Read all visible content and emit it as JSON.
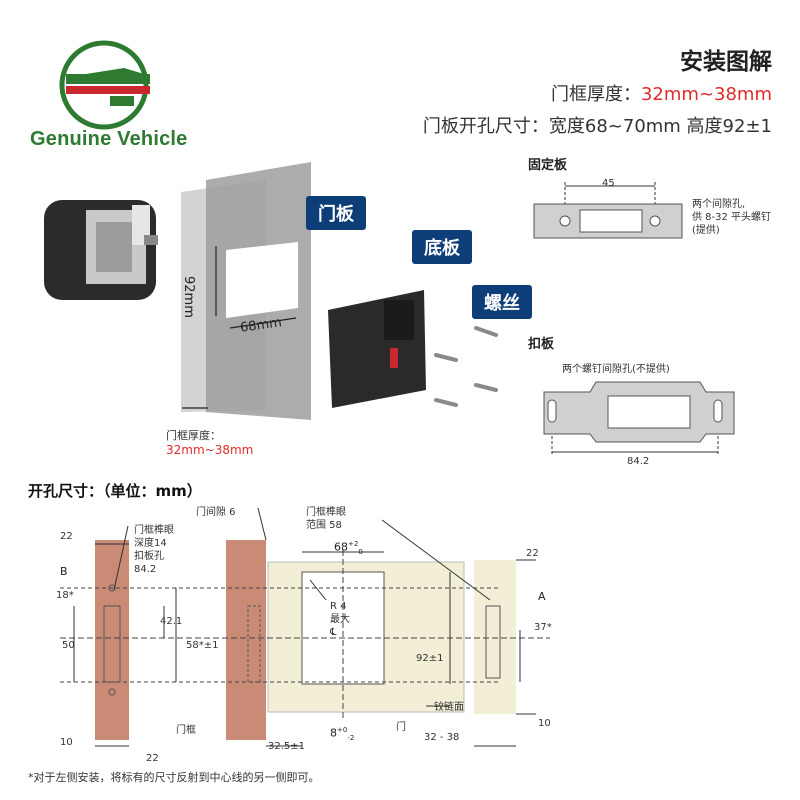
{
  "brand": {
    "name": "Genuine Vehicle",
    "colors": {
      "green": "#2e7a31",
      "red": "#c8282e"
    }
  },
  "header": {
    "title": "安装图解",
    "frame_thickness_label": "门框厚度：",
    "frame_thickness_value": "32mm~38mm",
    "hole_size_text": "门板开孔尺寸：宽度68~70mm  高度92±1"
  },
  "exploded": {
    "tag_door_panel": "门板",
    "tag_base_plate": "底板",
    "tag_screws": "螺丝",
    "dim_height": "92mm",
    "dim_width": "68mm",
    "thickness_label": "门框厚度：",
    "thickness_value": "32mm~38mm"
  },
  "fixed_plate": {
    "label": "固定板",
    "dim": "45",
    "note_line1": "两个间隙孔,",
    "note_line2": "供 8-32 平头螺钉",
    "note_line3": "(提供)"
  },
  "strike_plate": {
    "label": "扣板",
    "note": "两个螺钉间隙孔(不提供)",
    "dim": "84.2"
  },
  "cutout": {
    "title": "开孔尺寸：（单位：mm）",
    "labels": {
      "d22_top": "22",
      "B": "B",
      "mortise_depth_1": "门框榫眼",
      "mortise_depth_2": "深度14",
      "strike_hole": "扣板孔",
      "d842": "84.2",
      "d18": "18*",
      "d421": "42.1",
      "d50": "50",
      "d58": "58*±1",
      "frame": "门框",
      "d10_left": "10",
      "d22_bottom": "22",
      "gap": "门间隙 6",
      "mortise_range_1": "门框榫眼",
      "mortise_range_2": "范围 58",
      "d68": "68",
      "d68_tol_up": "+2",
      "d68_tol_dn": "0",
      "r4": "R 4",
      "max": "最大",
      "cl": "℄",
      "d92": "92±1",
      "hinge_side": "铰链面",
      "door": "门",
      "d8": "8",
      "d8_tol_up": "+0",
      "d8_tol_dn": "-2",
      "d325": "32.5±1",
      "d22_right": "22",
      "A": "A",
      "d37": "37*",
      "d3238": "32 - 38",
      "d10_right": "10"
    }
  },
  "footnote": "*对于左侧安装，将标有的尺寸反射到中心线的另一侧即可。"
}
